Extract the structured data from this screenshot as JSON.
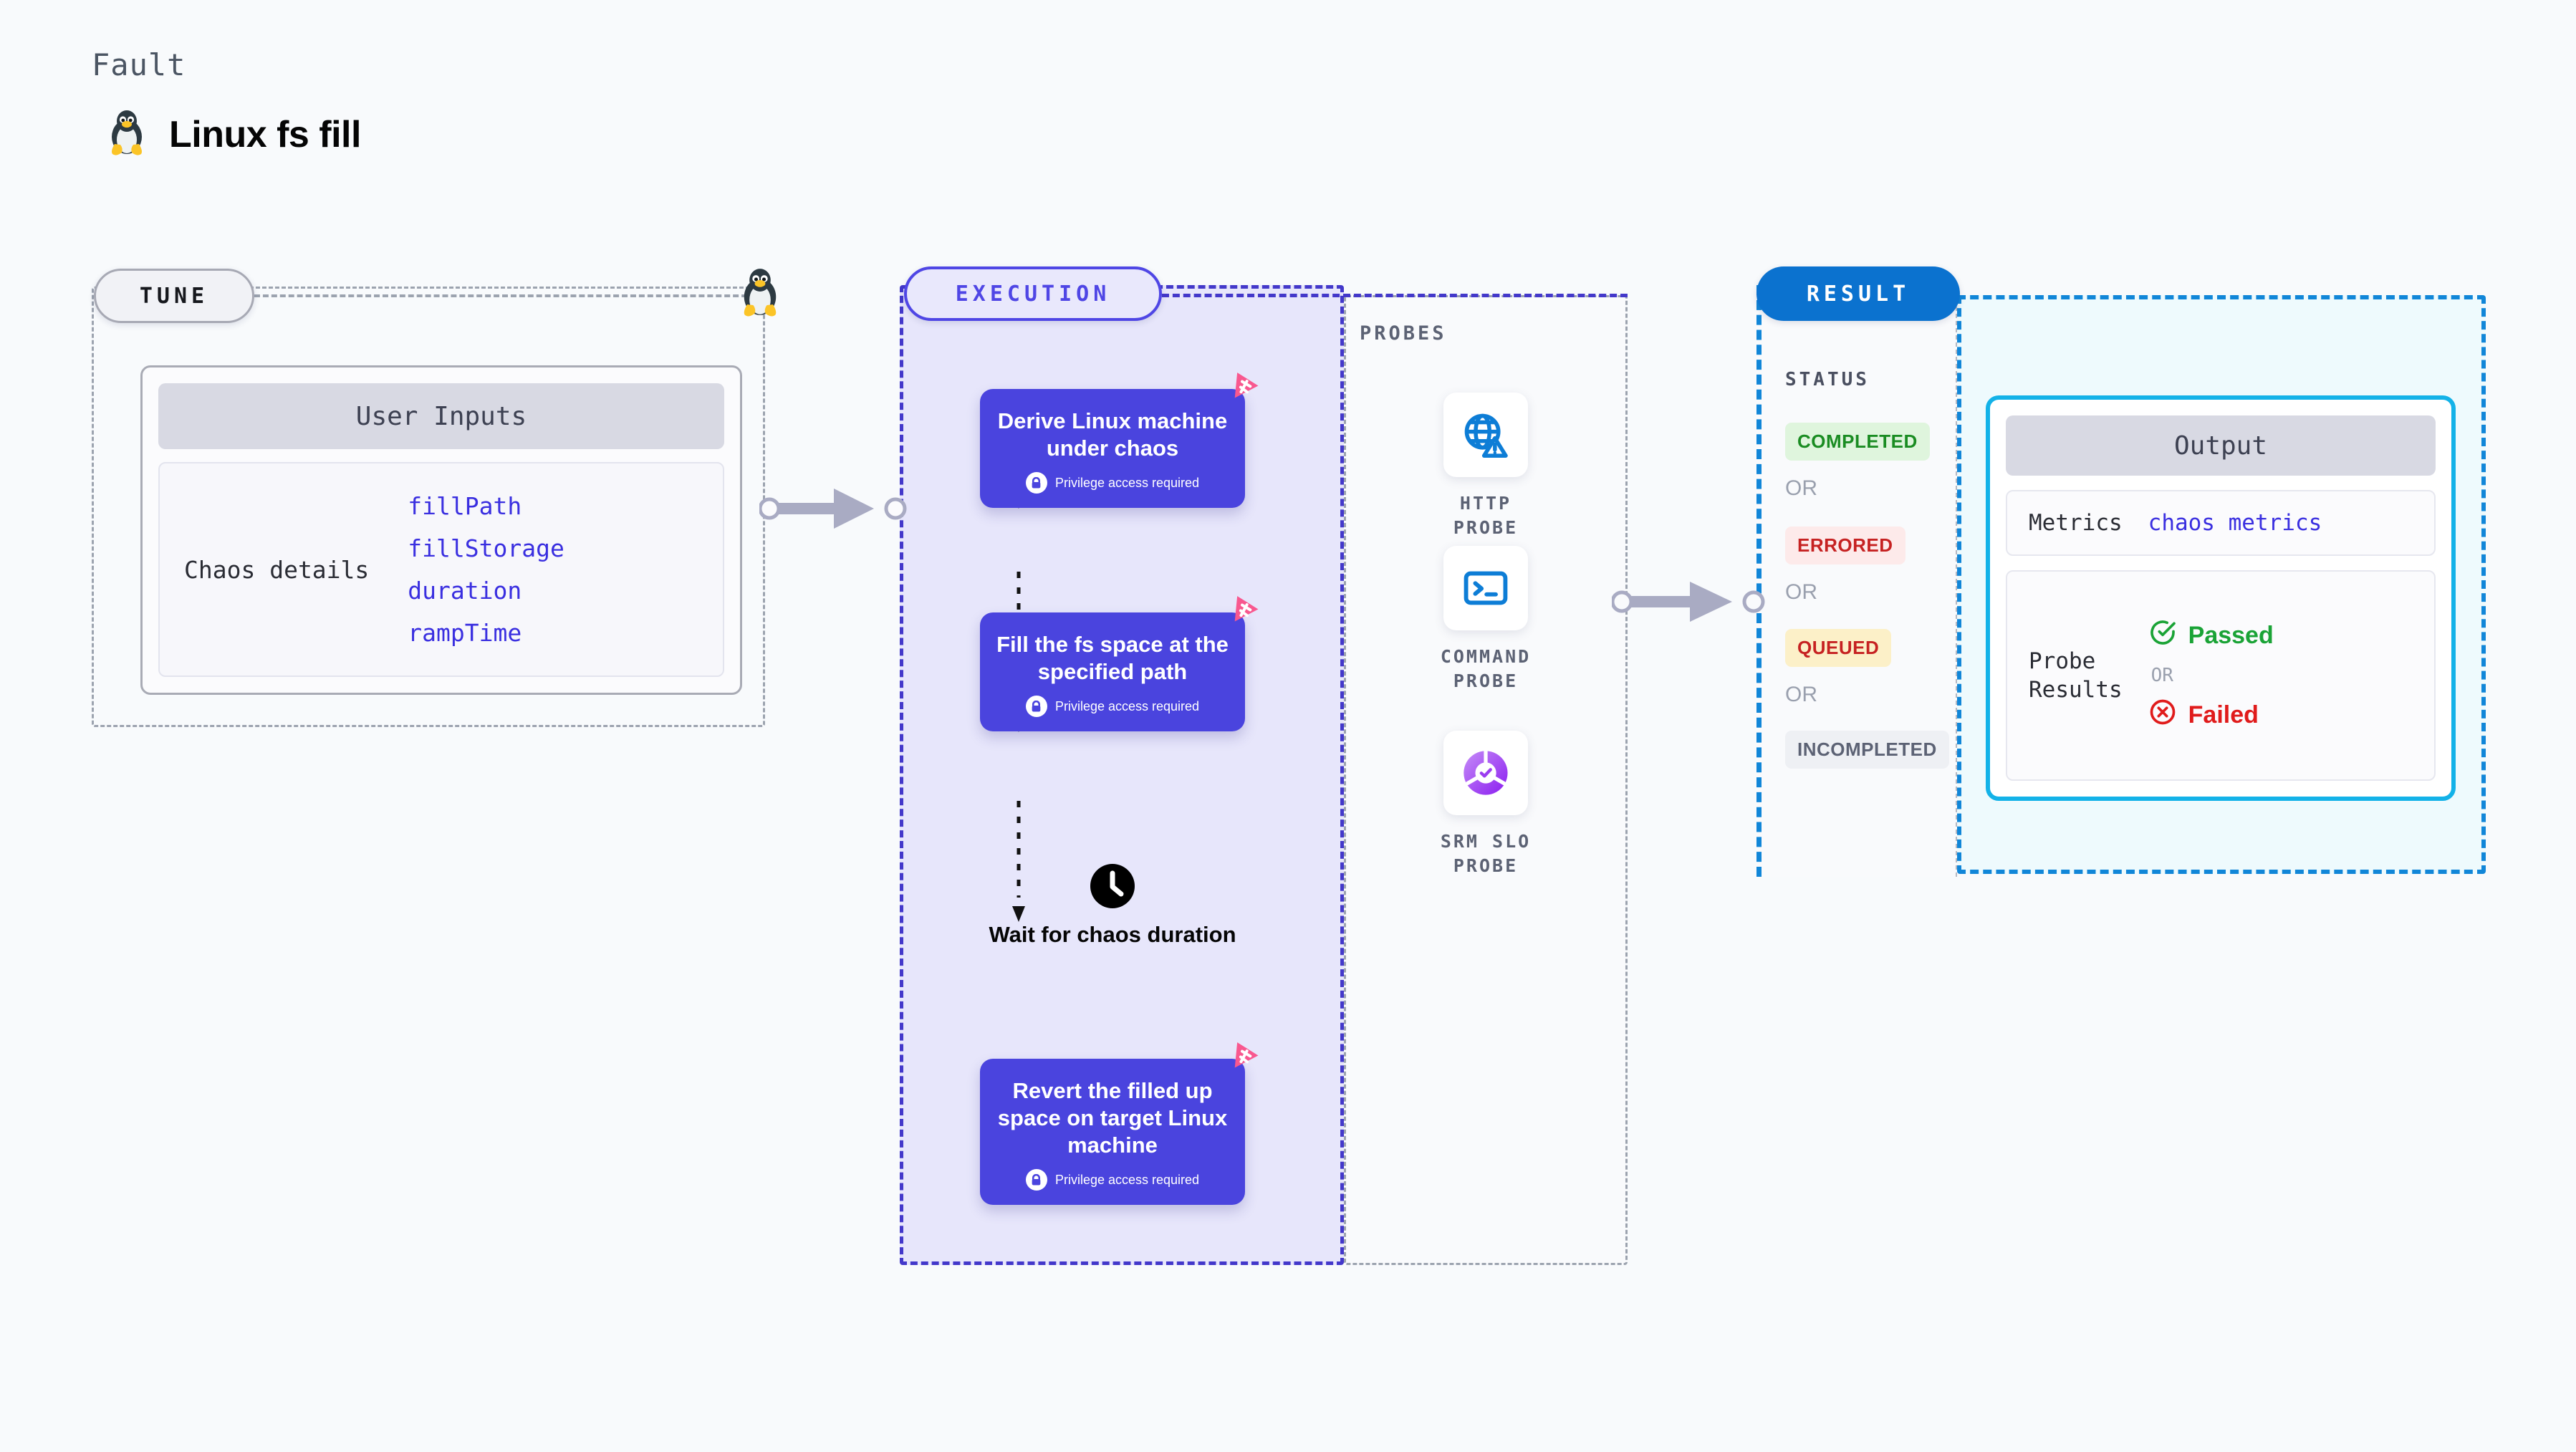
{
  "header": {
    "kicker": "Fault",
    "title": "Linux fs fill",
    "icon": "linux-tux-penguin-icon"
  },
  "colors": {
    "canvas_bg": "#f8fafc",
    "step_card": "#4a44de",
    "execution_fill": "#e7e6fb",
    "execution_border": "#4338ca",
    "result_badge": "#0b72cf",
    "result_fill": "#eefafd",
    "output_border": "#13b2e8",
    "param_text": "#3a2fe0",
    "flag_pink": "#f8588f",
    "probe_blue": "#0d7dd6",
    "probe_purple": "#9b3df0",
    "passed_green": "#1aa336",
    "failed_red": "#e01b1b"
  },
  "tune": {
    "badge": "TUNE",
    "card": {
      "header": "User Inputs",
      "row_key": "Chaos details",
      "params": [
        "fillPath",
        "fillStorage",
        "duration",
        "rampTime"
      ]
    }
  },
  "execution": {
    "badge": "EXECUTION",
    "privilege_note": "Privilege access required",
    "steps": [
      {
        "type": "card",
        "title": "Derive Linux machine under chaos",
        "privileged": true,
        "flag": true
      },
      {
        "type": "card",
        "title": "Fill the fs space at the specified path",
        "privileged": true,
        "flag": true
      },
      {
        "type": "wait",
        "title": "Wait for chaos duration",
        "icon": "clock-icon"
      },
      {
        "type": "card",
        "title": "Revert the filled up space on target Linux machine",
        "privileged": true,
        "flag": true
      }
    ]
  },
  "probes": {
    "label": "PROBES",
    "items": [
      {
        "name": "HTTP PROBE",
        "icon": "globe-warning-icon"
      },
      {
        "name": "COMMAND PROBE",
        "icon": "terminal-icon"
      },
      {
        "name": "SRM SLO PROBE",
        "icon": "slo-donut-check-icon"
      }
    ]
  },
  "result": {
    "badge": "RESULT",
    "status_label": "STATUS",
    "or_label": "OR",
    "statuses": [
      {
        "label": "COMPLETED",
        "color": "#1a8c22",
        "bg": "#dff5dd"
      },
      {
        "label": "ERRORED",
        "color": "#c62222",
        "bg": "#fdeaea"
      },
      {
        "label": "QUEUED",
        "color": "#c62222",
        "bg": "#fcf0c8"
      },
      {
        "label": "INCOMPLETED",
        "color": "#5c6274",
        "bg": "#eef0f4"
      }
    ],
    "output": {
      "header": "Output",
      "metrics_key": "Metrics",
      "metrics_value": "chaos metrics",
      "probe_results_key": "Probe\nResults",
      "passed_label": "Passed",
      "failed_label": "Failed",
      "or_label": "OR"
    }
  }
}
